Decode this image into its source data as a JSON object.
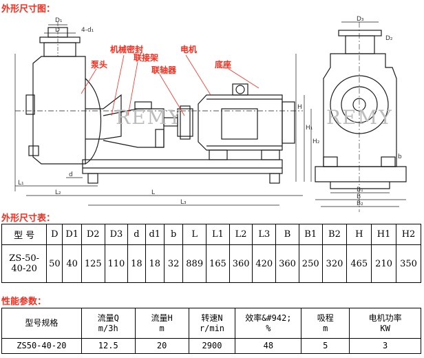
{
  "sections": {
    "drawing_title": "外形尺寸图：",
    "dims_title": "外形尺寸表：",
    "perf_title": "性能参数："
  },
  "colors": {
    "section_title": "#ff2a1a",
    "callout": "#ff2a1a",
    "line": "#1a1a1a",
    "watermark": "#bcbcbc"
  },
  "drawing": {
    "callouts": {
      "mech_seal": "机械密封",
      "pump_head": "泵头",
      "bearing_housing": "联接架",
      "coupling": "联轴器",
      "motor": "电机",
      "base": "底座"
    },
    "watermark": "REMY",
    "dims": {
      "D1": "D₁",
      "D": "D",
      "nd": "4-d₁",
      "d": "d",
      "L1": "L₁",
      "L2": "L₂",
      "L": "L",
      "L3": "L₃",
      "H": "H",
      "H1": "H₁",
      "H2": "H₂",
      "B1": "B₁",
      "B": "B",
      "B2": "B₂",
      "D3": "D₃",
      "D2": "D₂",
      "b": "b"
    }
  },
  "dim_table": {
    "headers": [
      "型 号",
      "D",
      "D1",
      "D2",
      "D3",
      "d",
      "d1",
      "b",
      "L",
      "L1",
      "L2",
      "L3",
      "B",
      "B1",
      "B2",
      "H",
      "H1",
      "H2"
    ],
    "rows": [
      [
        "ZS-50-40-20",
        "50",
        "40",
        "125",
        "110",
        "18",
        "18",
        "32",
        "889",
        "165",
        "360",
        "420",
        "360",
        "250",
        "320",
        "465",
        "210",
        "350"
      ]
    ]
  },
  "perf_table": {
    "headers": [
      {
        "l1": "型号规格",
        "l2": ""
      },
      {
        "l1": "流量Q",
        "l2": "m/3h"
      },
      {
        "l1": "流量H",
        "l2": "m"
      },
      {
        "l1": "转速N",
        "l2": "r/min"
      },
      {
        "l1": "效率&#942;",
        "l2": "%"
      },
      {
        "l1": "吸程",
        "l2": "m"
      },
      {
        "l1": "电机功率",
        "l2": "KW"
      }
    ],
    "rows": [
      [
        "ZS50-40-20",
        "12.5",
        "20",
        "2900",
        "48",
        "5",
        "3"
      ]
    ]
  }
}
